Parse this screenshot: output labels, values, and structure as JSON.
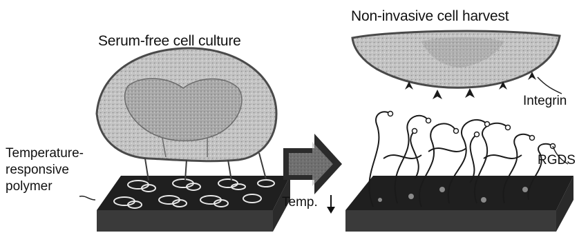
{
  "titles": {
    "left": "Serum-free cell culture",
    "right": "Non-invasive cell harvest"
  },
  "labels": {
    "polymer_line1": "Temperature-",
    "polymer_line2": "responsive",
    "polymer_line3": "polymer",
    "temp": "Temp.",
    "integrin": "Integrin",
    "rgds": "RGDS"
  },
  "colors": {
    "cell_fill": "#bdbdbd",
    "cell_edge": "#4a4a4a",
    "substrate_top": "#1f1f1f",
    "substrate_side": "#3a3a3a",
    "arrow": "#2b2b2b",
    "chain": "#1a1a1a"
  },
  "icons": {
    "temp_arrow": "down-arrow-icon",
    "transition_arrow": "right-arrow-icon"
  }
}
